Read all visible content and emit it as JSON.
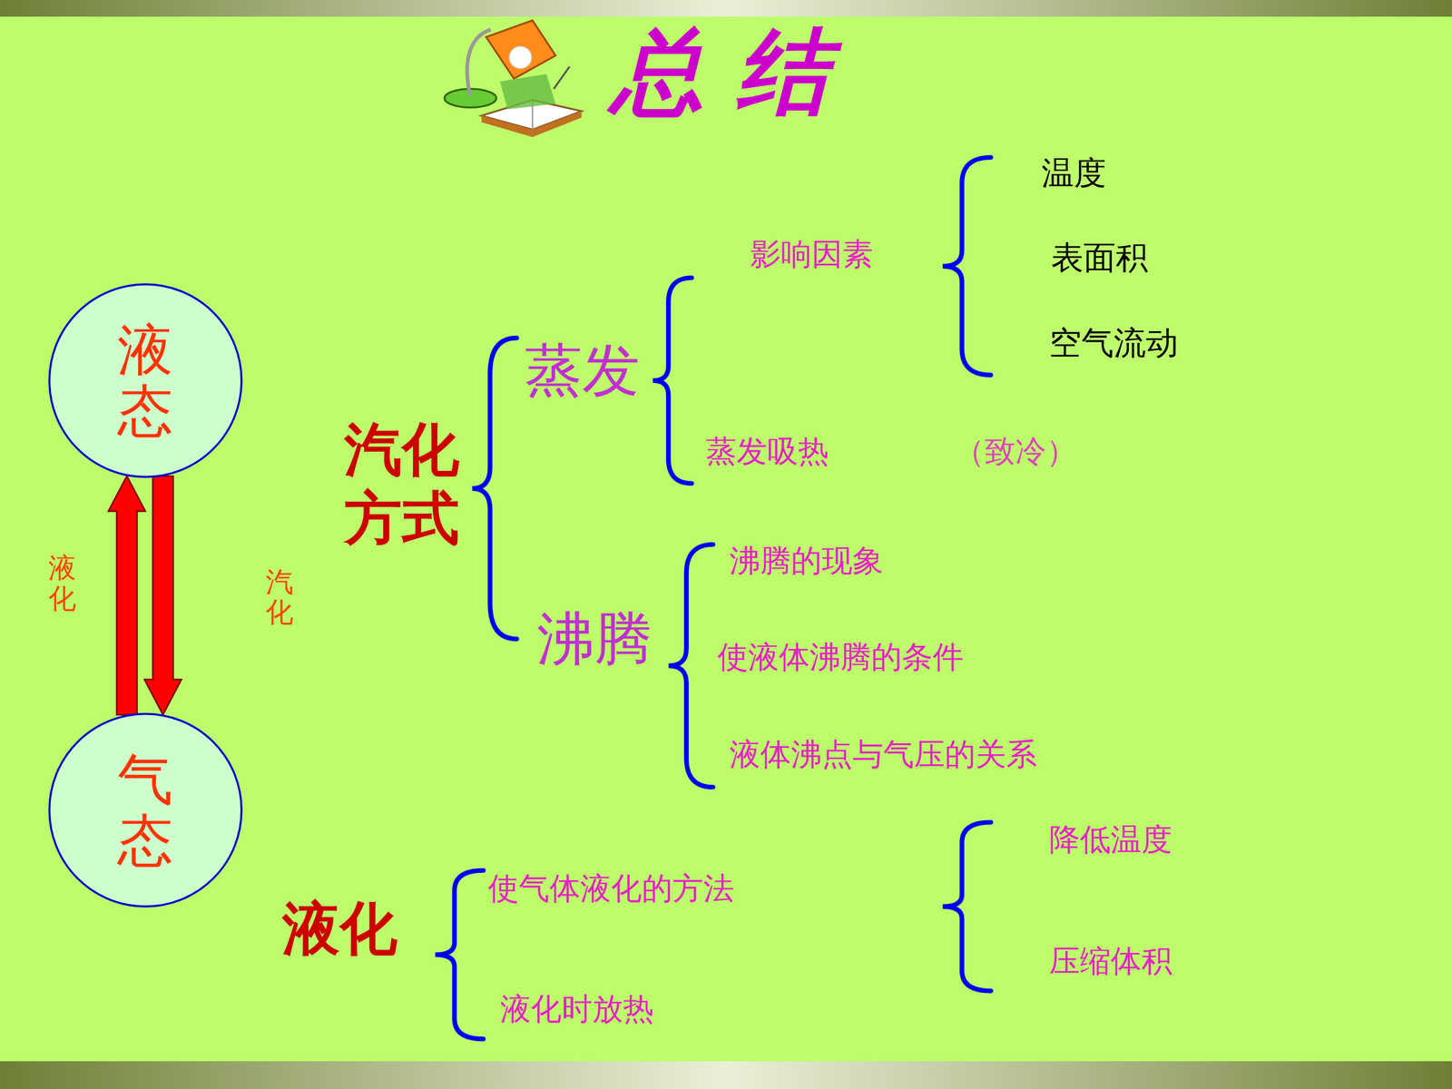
{
  "diagram": {
    "title": "总 结",
    "nodes": [
      {
        "text": [
          "液态"
        ]
      },
      {
        "text": [
          "气态"
        ]
      }
    ],
    "edges": [
      {
        "from": 1,
        "to": 0,
        "label": "液化",
        "arrow": "to"
      },
      {
        "from": 0,
        "to": 1,
        "label": "汽化",
        "arrow": "to"
      }
    ],
    "labels": [
      "汽化 方式",
      "蒸发",
      "影响因素",
      "温度",
      "表面积",
      "空气流动",
      "蒸发吸热",
      "（致冷）",
      "沸腾",
      "沸腾的现象",
      "使液体沸腾的条件",
      "液体沸点与气压的关系",
      "液化",
      "使气体液化的方法",
      "液化时放热",
      "降低温度",
      "压缩体积"
    ]
  }
}
